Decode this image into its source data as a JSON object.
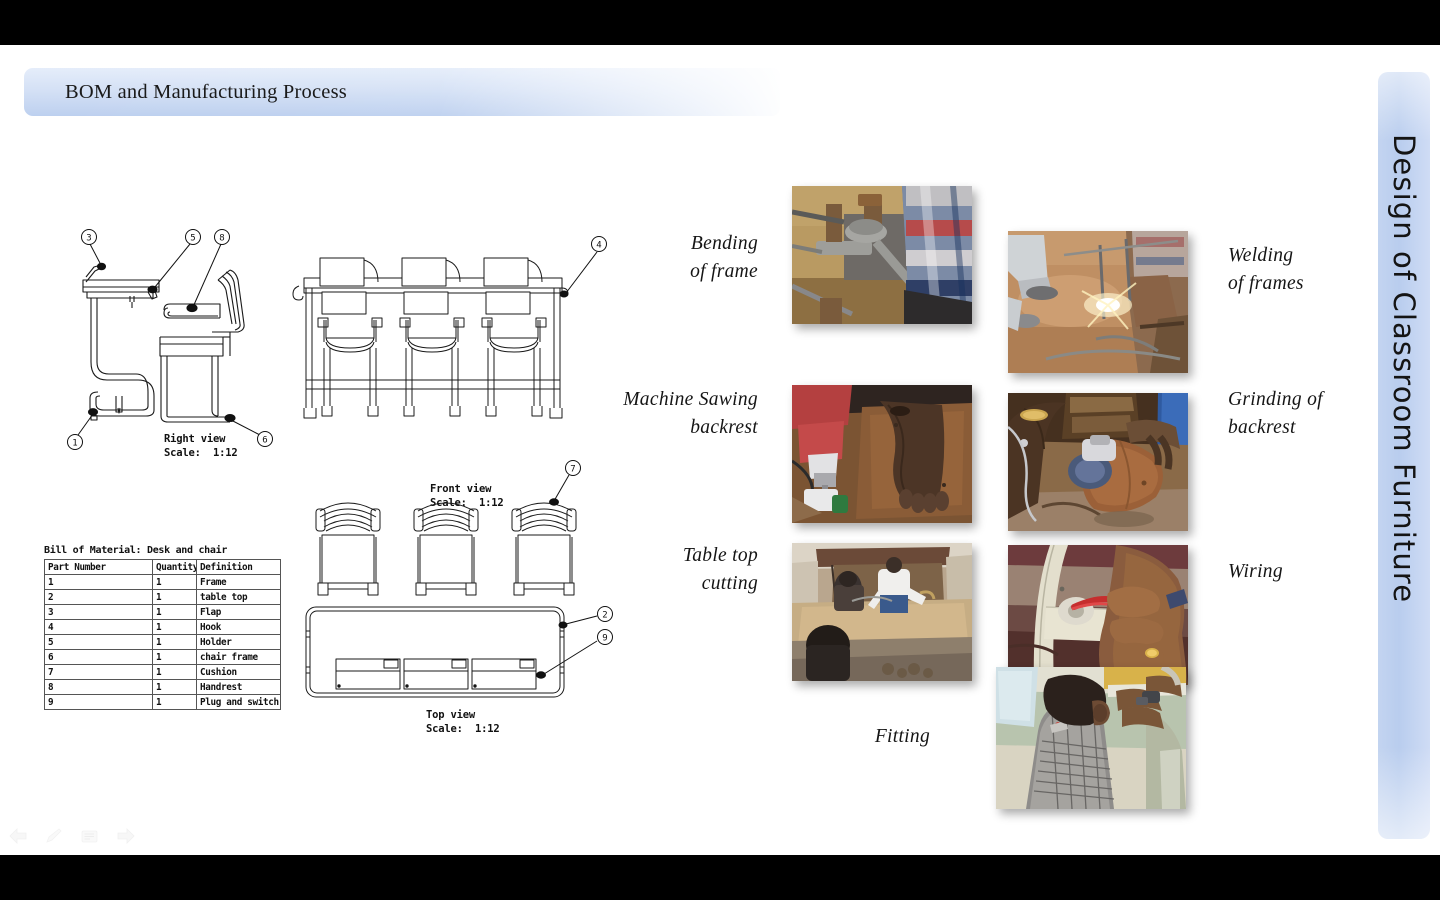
{
  "slide": {
    "title": "BOM and Manufacturing Process",
    "side_banner_title": "Design of Classroom Furniture",
    "background_color": "#ffffff",
    "banner_accent_color": "#bdd0ef",
    "letterbox_color": "#000000"
  },
  "drawings": {
    "right_view": {
      "caption_line1": "Right view",
      "caption_line2": "Scale:  1:12",
      "balloons": [
        "3",
        "5",
        "8",
        "1",
        "6"
      ]
    },
    "front_view": {
      "caption_line1": "Front view",
      "caption_line2": "Scale:  1:12",
      "balloons": [
        "4"
      ]
    },
    "top_view": {
      "caption_line1": "Top view",
      "caption_line2": "Scale:  1:12",
      "balloons": [
        "7",
        "2",
        "9"
      ]
    }
  },
  "bom": {
    "title": "Bill of Material: Desk and chair",
    "headers": [
      "Part Number",
      "Quantity",
      "Definition"
    ],
    "rows": [
      [
        "1",
        "1",
        "Frame"
      ],
      [
        "2",
        "1",
        "table top"
      ],
      [
        "3",
        "1",
        "Flap"
      ],
      [
        "4",
        "1",
        "Hook"
      ],
      [
        "5",
        "1",
        "Holder"
      ],
      [
        "6",
        "1",
        "chair frame"
      ],
      [
        "7",
        "1",
        "Cushion"
      ],
      [
        "8",
        "1",
        "Handrest"
      ],
      [
        "9",
        "1",
        "Plug and switch"
      ]
    ]
  },
  "process": {
    "steps": [
      {
        "label": "Bending\nof frame",
        "label_line1": "Bending",
        "label_line2": "of frame",
        "photo": "photo-bending-of-frame"
      },
      {
        "label": "Welding\nof frames",
        "label_line1": "Welding",
        "label_line2": "of frames",
        "photo": "photo-welding-of-frames"
      },
      {
        "label": "Machine Sawing\nbackrest",
        "label_line1": "Machine Sawing",
        "label_line2": "backrest",
        "photo": "photo-machine-sawing-backrest"
      },
      {
        "label": "Grinding of\nbackrest",
        "label_line1": "Grinding of",
        "label_line2": "backrest",
        "photo": "photo-grinding-of-backrest"
      },
      {
        "label": "Table top\ncutting",
        "label_line1": "Table top",
        "label_line2": "cutting",
        "photo": "photo-table-top-cutting"
      },
      {
        "label": "Wiring",
        "label_line1": "Wiring",
        "label_line2": "",
        "photo": "photo-wiring"
      },
      {
        "label": "Fitting",
        "label_line1": "Fitting",
        "label_line2": "",
        "photo": "photo-fitting"
      }
    ]
  },
  "toolbar": {
    "items": [
      {
        "name": "previous-slide-button",
        "icon": "arrow-left-icon"
      },
      {
        "name": "pen-tool-button",
        "icon": "pen-icon"
      },
      {
        "name": "slide-menu-button",
        "icon": "menu-icon"
      },
      {
        "name": "next-slide-button",
        "icon": "arrow-right-icon"
      }
    ]
  }
}
